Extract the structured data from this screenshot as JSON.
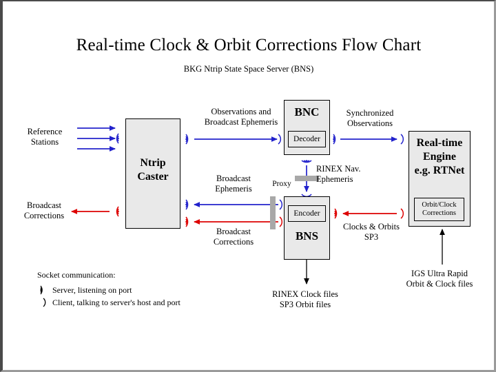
{
  "title": "Real-time Clock & Orbit Corrections Flow Chart",
  "subtitle": "BKG Ntrip State Space Server  (BNS)",
  "colors": {
    "blue": "#2222cc",
    "red": "#dd0000",
    "black": "#000000",
    "box_fill": "#e9e9e9",
    "proxy_gray": "#a8a8a8",
    "frame": "#4a4a4a"
  },
  "boxes": {
    "ntrip_caster": {
      "title": "Ntrip\nCaster",
      "line1": "Ntrip",
      "line2": "Caster"
    },
    "bnc": {
      "title": "BNC",
      "inner": "Decoder"
    },
    "bns": {
      "title": "BNS",
      "inner": "Encoder"
    },
    "rte": {
      "line1": "Real-time",
      "line2": "Engine",
      "line3": "e.g. RTNet",
      "inner_line1": "Orbit/Clock",
      "inner_line2": "Corrections"
    }
  },
  "labels": {
    "reference_stations_l1": "Reference",
    "reference_stations_l2": "Stations",
    "broadcast_corrections_l1": "Broadcast",
    "broadcast_corrections_l2": "Corrections",
    "observations_l1": "Observations and",
    "observations_l2": "Broadcast Ephemeris",
    "synchronized_l1": "Synchronized",
    "synchronized_l2": "Observations",
    "broadcast_ephemeris_l1": "Broadcast",
    "broadcast_ephemeris_l2": "Ephemeris",
    "broadcast_corrections2_l1": "Broadcast",
    "broadcast_corrections2_l2": "Corrections",
    "proxy": "Proxy",
    "rinex_nav_l1": "RINEX Nav.",
    "rinex_nav_l2": "Ephemeris",
    "clocks_orbits_l1": "Clocks & Orbits",
    "clocks_orbits_l2": "SP3",
    "rinex_files_l1": "RINEX Clock files",
    "rinex_files_l2": "SP3 Orbit files",
    "igs_l1": "IGS Ultra Rapid",
    "igs_l2": "Orbit & Clock files"
  },
  "legend": {
    "title": "Socket communication:",
    "items": [
      {
        "icon": "server-signal-icon",
        "text": "Server, listening on port"
      },
      {
        "icon": "client-paren-icon",
        "text": "Client, talking to server's host and port"
      }
    ]
  }
}
